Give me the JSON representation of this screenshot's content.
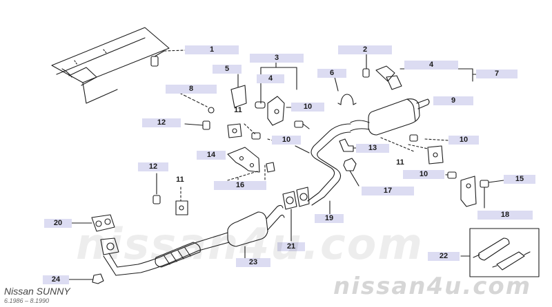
{
  "diagram": {
    "callouts": [
      {
        "id": "c1",
        "label": "1"
      },
      {
        "id": "c2",
        "label": "2"
      },
      {
        "id": "c3",
        "label": "3"
      },
      {
        "id": "c4a",
        "label": "4"
      },
      {
        "id": "c4b",
        "label": "4"
      },
      {
        "id": "c5",
        "label": "5"
      },
      {
        "id": "c6",
        "label": "6"
      },
      {
        "id": "c7",
        "label": "7"
      },
      {
        "id": "c8",
        "label": "8"
      },
      {
        "id": "c9",
        "label": "9"
      },
      {
        "id": "c10a",
        "label": "10"
      },
      {
        "id": "c10b",
        "label": "10"
      },
      {
        "id": "c10c",
        "label": "10"
      },
      {
        "id": "c10d",
        "label": "10"
      },
      {
        "id": "c11a",
        "label": "11"
      },
      {
        "id": "c11b",
        "label": "11"
      },
      {
        "id": "c11c",
        "label": "11"
      },
      {
        "id": "c12a",
        "label": "12"
      },
      {
        "id": "c12b",
        "label": "12"
      },
      {
        "id": "c13",
        "label": "13"
      },
      {
        "id": "c14",
        "label": "14"
      },
      {
        "id": "c15",
        "label": "15"
      },
      {
        "id": "c16",
        "label": "16"
      },
      {
        "id": "c17",
        "label": "17"
      },
      {
        "id": "c18",
        "label": "18"
      },
      {
        "id": "c19",
        "label": "19"
      },
      {
        "id": "c20",
        "label": "20"
      },
      {
        "id": "c21",
        "label": "21"
      },
      {
        "id": "c22",
        "label": "22"
      },
      {
        "id": "c23",
        "label": "23"
      },
      {
        "id": "c24",
        "label": "24"
      }
    ]
  },
  "watermark": {
    "main": "nissan4u.com",
    "corner": "nissan4u.com"
  },
  "caption": {
    "model": "Nissan SUNNY",
    "dates": "6.1986 – 8.1990"
  },
  "colors": {
    "line": "#1a1a1a",
    "callout_bg": "#dcdcf2"
  }
}
